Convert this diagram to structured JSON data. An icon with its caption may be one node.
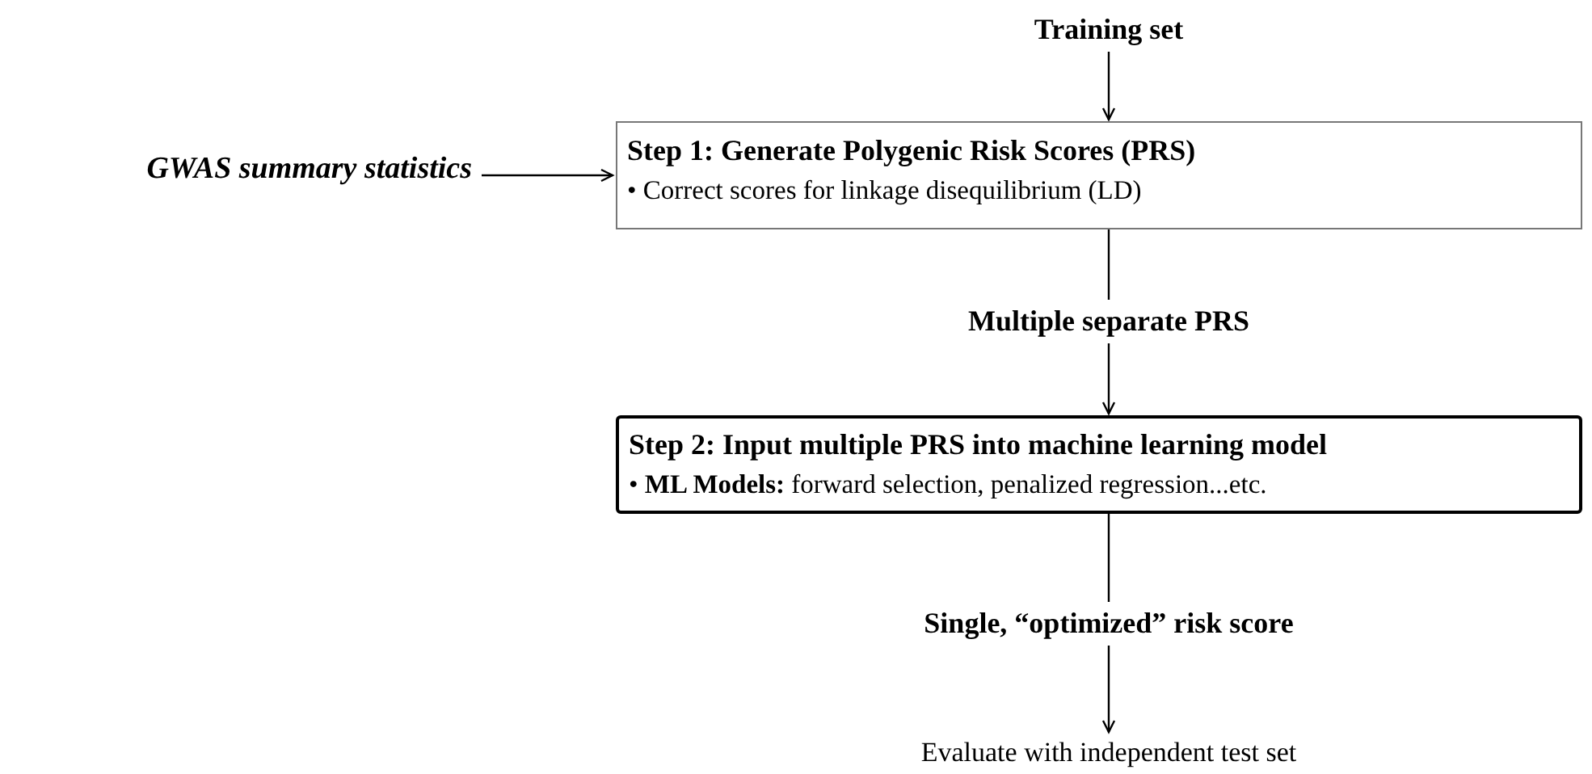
{
  "diagram": {
    "nodes": [
      {
        "text": [
          "Training set"
        ]
      },
      {
        "text": [
          "GWAS summary statistics"
        ]
      },
      {
        "text": [
          "Step 1: Generate Polygenic Risk Scores (PRS)",
          "• Correct scores for linkage disequilibrium (LD)"
        ]
      },
      {
        "text": [
          "Step 2: Input multiple PRS into machine learning model",
          "• **ML Models:** forward selection, penalized regression...etc."
        ]
      },
      {
        "text": [
          "Evaluate with independent test set"
        ]
      }
    ],
    "edges": [
      {
        "from": 0,
        "to": 2,
        "arrow": "to"
      },
      {
        "from": 1,
        "to": 2,
        "arrow": "to"
      },
      {
        "from": 2,
        "to": 3,
        "arrow": "to",
        "label": "Multiple separate PRS"
      },
      {
        "from": 3,
        "to": 4,
        "arrow": "to",
        "label": "Single, “optimized” risk score"
      }
    ]
  }
}
